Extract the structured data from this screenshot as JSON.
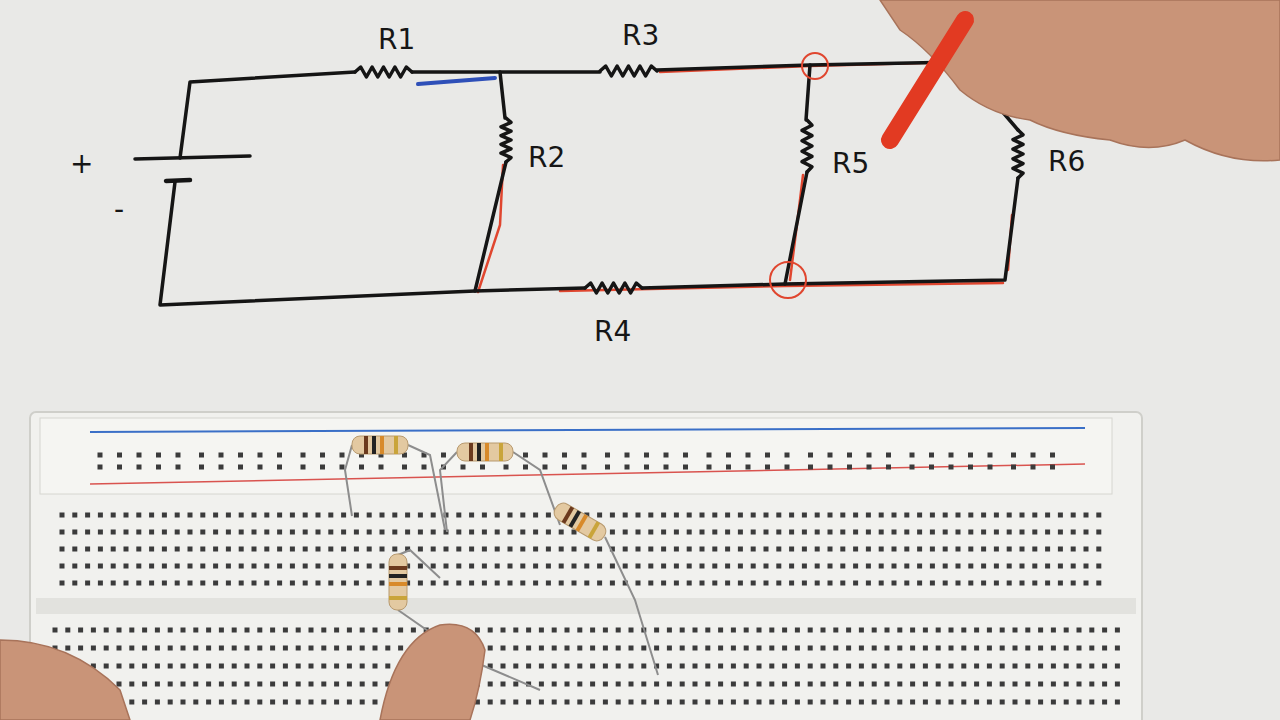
{
  "diagram": {
    "labels": [
      "R1",
      "R3",
      "R2",
      "R5",
      "R6",
      "R4",
      "+",
      "-"
    ]
  }
}
